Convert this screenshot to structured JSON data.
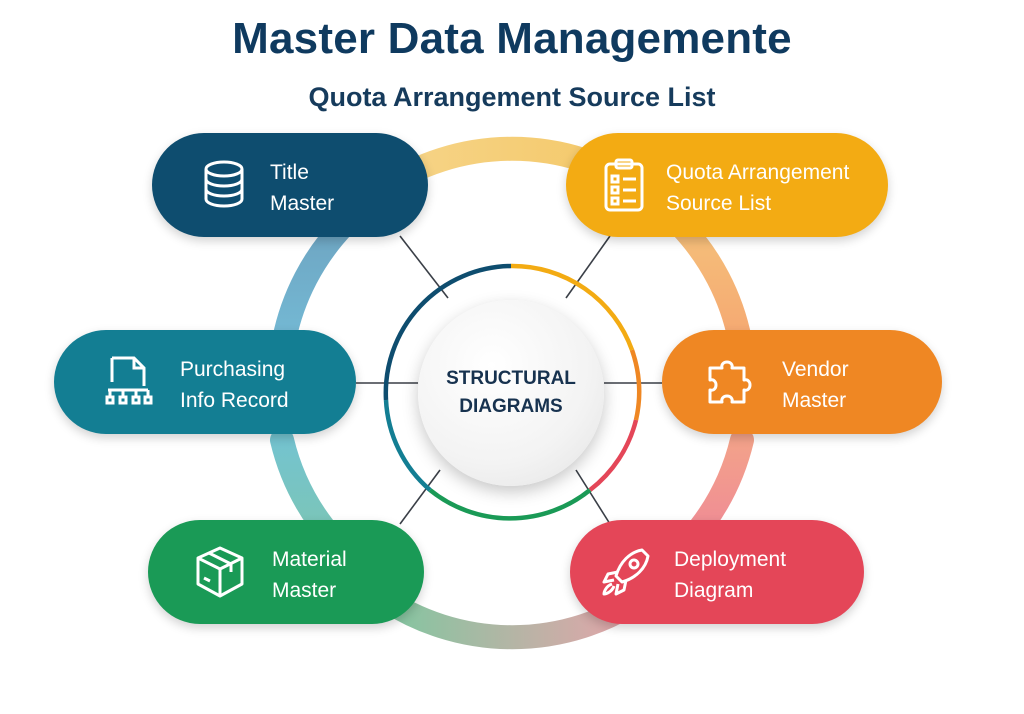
{
  "header": {
    "title": "Master Data Managemente",
    "subtitle": "Quota Arrangement Source List"
  },
  "hub": {
    "line1": "STRUCTURAL",
    "line2": "DIAGRAMS"
  },
  "nodes": [
    {
      "id": "title-master",
      "line1": "Title",
      "line2": "Master",
      "icon": "database-icon",
      "color": "#0e4d6f"
    },
    {
      "id": "quota-arrangement-source-list",
      "line1": "Quota Arrangement",
      "line2": "Source List",
      "icon": "clipboard-checklist-icon",
      "color": "#f3ab13"
    },
    {
      "id": "purchasing-info-record",
      "line1": "Purchasing",
      "line2": "Info Record",
      "icon": "document-network-icon",
      "color": "#137e93"
    },
    {
      "id": "vendor-master",
      "line1": "Vendor",
      "line2": "Master",
      "icon": "puzzle-piece-icon",
      "color": "#ef8723"
    },
    {
      "id": "material-master",
      "line1": "Material",
      "line2": "Master",
      "icon": "package-box-icon",
      "color": "#1a9a56"
    },
    {
      "id": "deployment-diagram",
      "line1": "Deployment",
      "line2": "Diagram",
      "icon": "rocket-icon",
      "color": "#e44658"
    }
  ]
}
